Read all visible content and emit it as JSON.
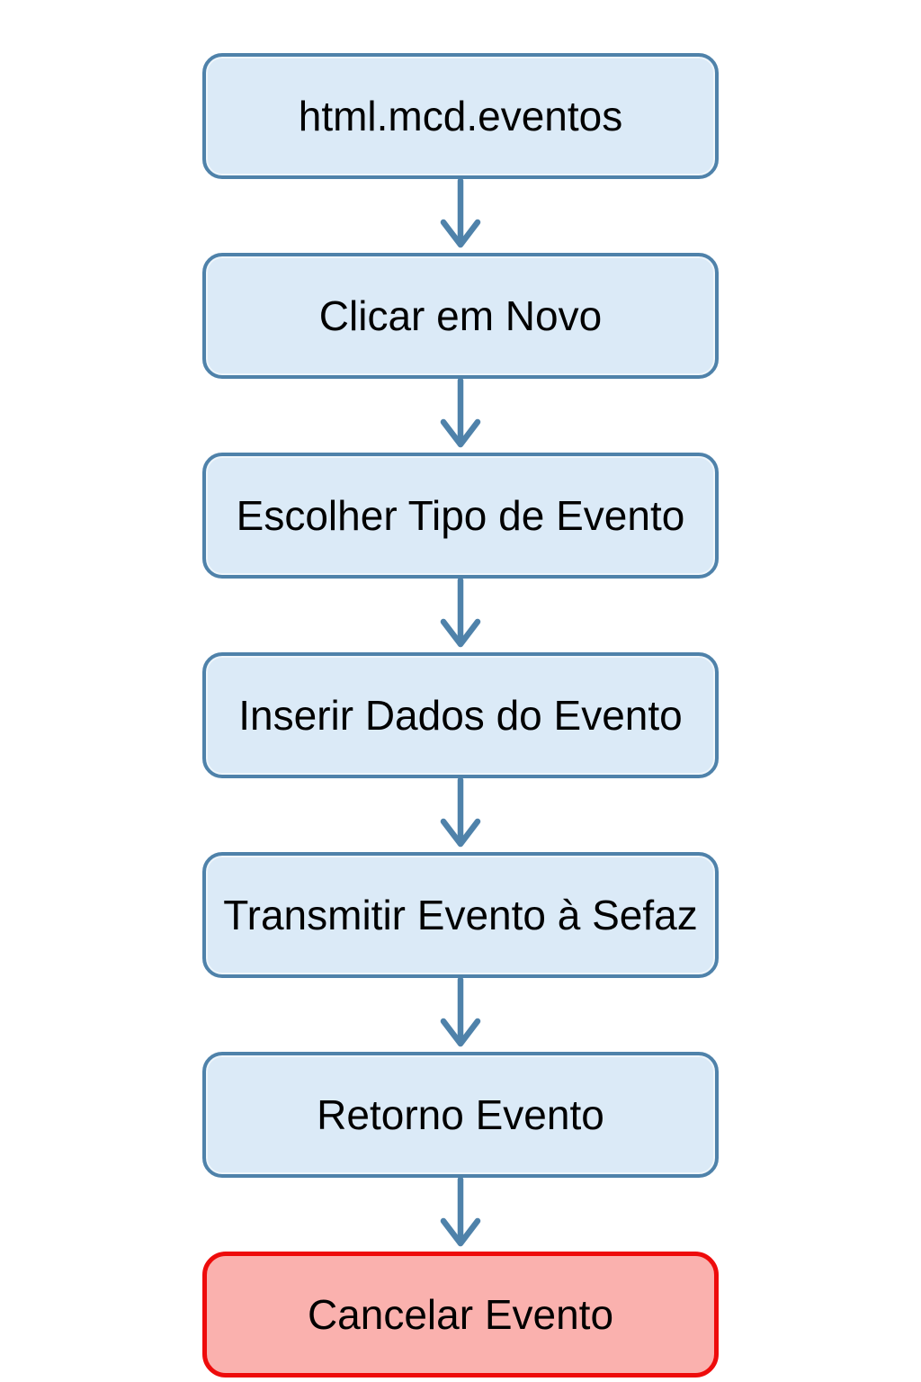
{
  "diagram": {
    "type": "flowchart",
    "direction": "top-down",
    "nodes": [
      {
        "id": "node-1",
        "label": "html.mcd.eventos",
        "variant": "step"
      },
      {
        "id": "node-2",
        "label": "Clicar em Novo",
        "variant": "step"
      },
      {
        "id": "node-3",
        "label": "Escolher Tipo de Evento",
        "variant": "step"
      },
      {
        "id": "node-4",
        "label": "Inserir Dados do Evento",
        "variant": "step"
      },
      {
        "id": "node-5",
        "label": "Transmitir Evento à Sefaz",
        "variant": "step"
      },
      {
        "id": "node-6",
        "label": "Retorno Evento",
        "variant": "step"
      },
      {
        "id": "node-7",
        "label": "Cancelar Evento",
        "variant": "highlight"
      }
    ],
    "edges": [
      {
        "from": "node-1",
        "to": "node-2"
      },
      {
        "from": "node-2",
        "to": "node-3"
      },
      {
        "from": "node-3",
        "to": "node-4"
      },
      {
        "from": "node-4",
        "to": "node-5"
      },
      {
        "from": "node-5",
        "to": "node-6"
      },
      {
        "from": "node-6",
        "to": "node-7"
      }
    ]
  },
  "theme": {
    "background": "#ffffff",
    "node_fill": "#dbeaf7",
    "node_border": "#4f82aa",
    "highlight_fill": "#fab1ae",
    "highlight_border": "#ee0b0b",
    "arrow_color": "#4f82aa",
    "text_color": "#000000"
  }
}
